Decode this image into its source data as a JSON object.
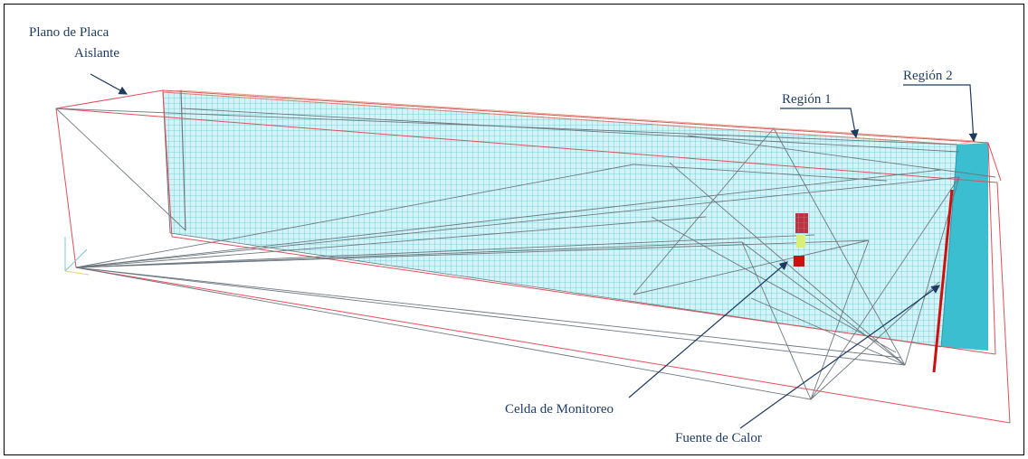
{
  "labels": {
    "insulating_plane_line1": "Plano de Placa",
    "insulating_plane_line2": "Aislante",
    "region1": "Región 1",
    "region2": "Región 2",
    "monitor_cell": "Celda de Monitoreo",
    "heat_source": "Fuente de Calor"
  },
  "colors": {
    "mesh": "#5ec8d6",
    "mesh_fill": "#bfeef2",
    "region2": "#3bbfd0",
    "bounding_box": "#e0505a",
    "wire": "#6e7880",
    "heat_source": "#cc1010",
    "monitor_cell": "#c03040",
    "annotation": "#1e3a5f"
  }
}
